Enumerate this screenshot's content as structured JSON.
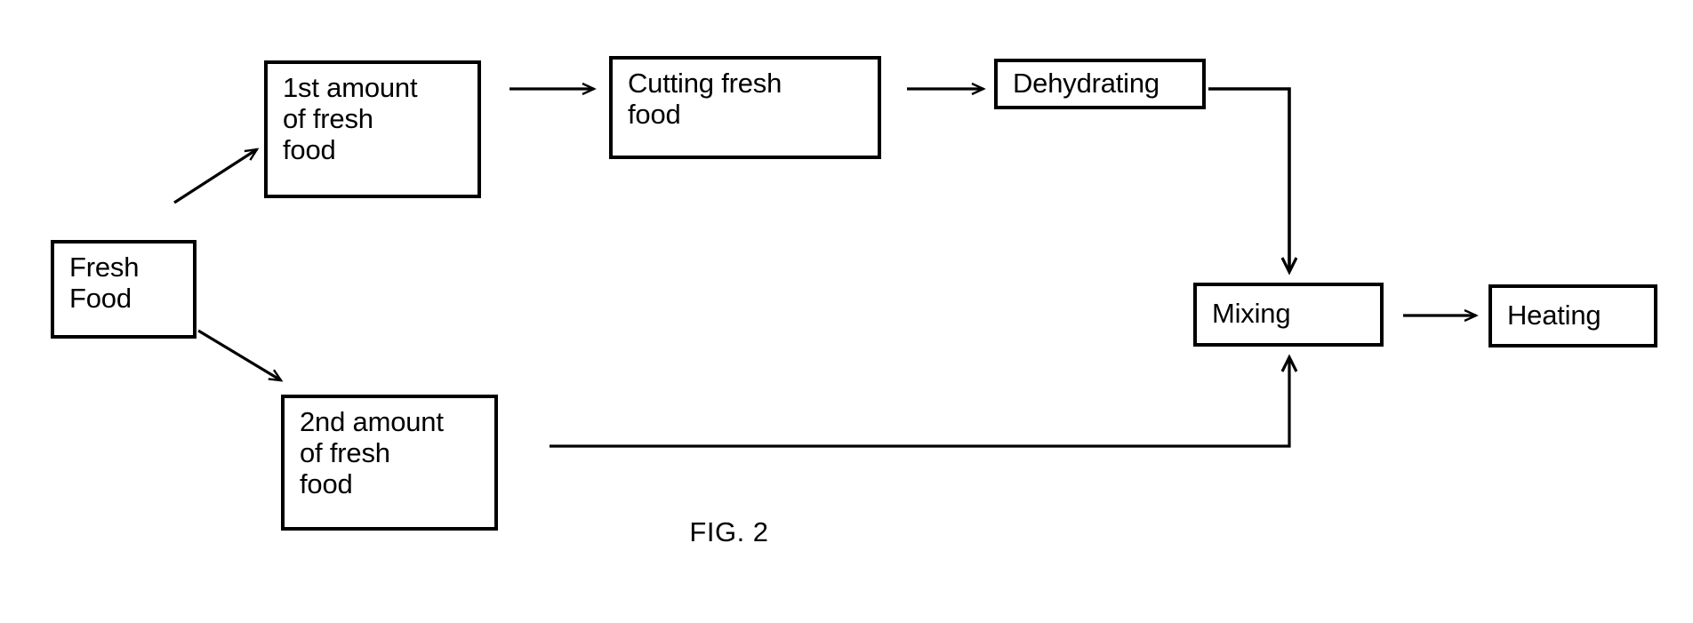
{
  "figure": {
    "caption": "FIG. 2",
    "type": "process-flowchart",
    "background_color": "#ffffff",
    "line_color": "#000000",
    "text_color": "#000000"
  },
  "nodes": [
    {
      "id": "fresh-food",
      "label": "Fresh\nFood"
    },
    {
      "id": "first-amount",
      "label": "1st amount\nof fresh\nfood"
    },
    {
      "id": "cutting",
      "label": "Cutting fresh\nfood"
    },
    {
      "id": "dehydrating",
      "label": "Dehydrating"
    },
    {
      "id": "mixing",
      "label": "Mixing"
    },
    {
      "id": "heating",
      "label": "Heating"
    },
    {
      "id": "second-amount",
      "label": "2nd amount\nof fresh\nfood"
    }
  ],
  "edges": [
    {
      "id": "fresh-to-first",
      "from": "fresh-food",
      "to": "first-amount",
      "style": "diagonal-arrow-up-right"
    },
    {
      "id": "fresh-to-second",
      "from": "fresh-food",
      "to": "second-amount",
      "style": "diagonal-arrow-down-right"
    },
    {
      "id": "first-to-cutting",
      "from": "first-amount",
      "to": "cutting",
      "style": "straight-arrow-right"
    },
    {
      "id": "cutting-to-dehydrating",
      "from": "cutting",
      "to": "dehydrating",
      "style": "straight-arrow-right"
    },
    {
      "id": "dehydrating-to-mixing",
      "from": "dehydrating",
      "to": "mixing",
      "style": "elbow-arrow-down"
    },
    {
      "id": "second-to-mixing",
      "from": "second-amount",
      "to": "mixing",
      "style": "elbow-arrow-up"
    },
    {
      "id": "mixing-to-heating",
      "from": "mixing",
      "to": "heating",
      "style": "straight-arrow-right"
    }
  ]
}
